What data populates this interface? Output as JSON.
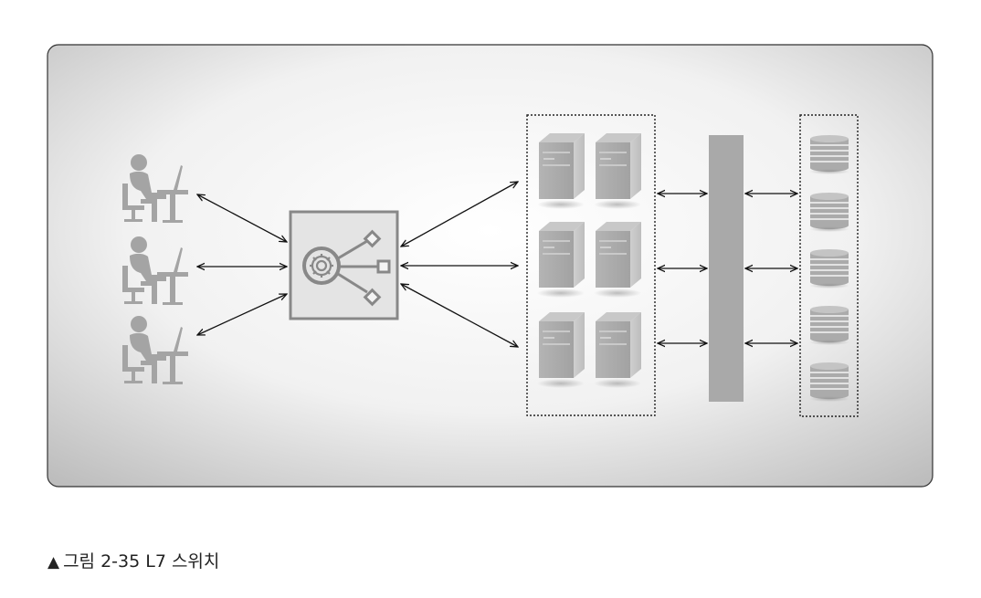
{
  "caption": {
    "marker": "▲",
    "text": "그림 2-35 L7 스위치"
  },
  "diagram": {
    "user_count": 3,
    "server_count": 6,
    "database_count": 5,
    "icons": {
      "user": "user-at-desk-icon",
      "switch": "l7-switch-gear-icon",
      "server": "server-tower-icon",
      "database": "database-stack-icon",
      "connection": "double-headed-arrow"
    },
    "colors": {
      "panel_center": "#ffffff",
      "panel_edge": "#bdbdbd",
      "icon_gray": "#a4a4a4",
      "switch_fill": "#e4e4e4",
      "switch_border": "#888888",
      "bus": "#a9a9a9",
      "arrow": "#111111"
    }
  }
}
